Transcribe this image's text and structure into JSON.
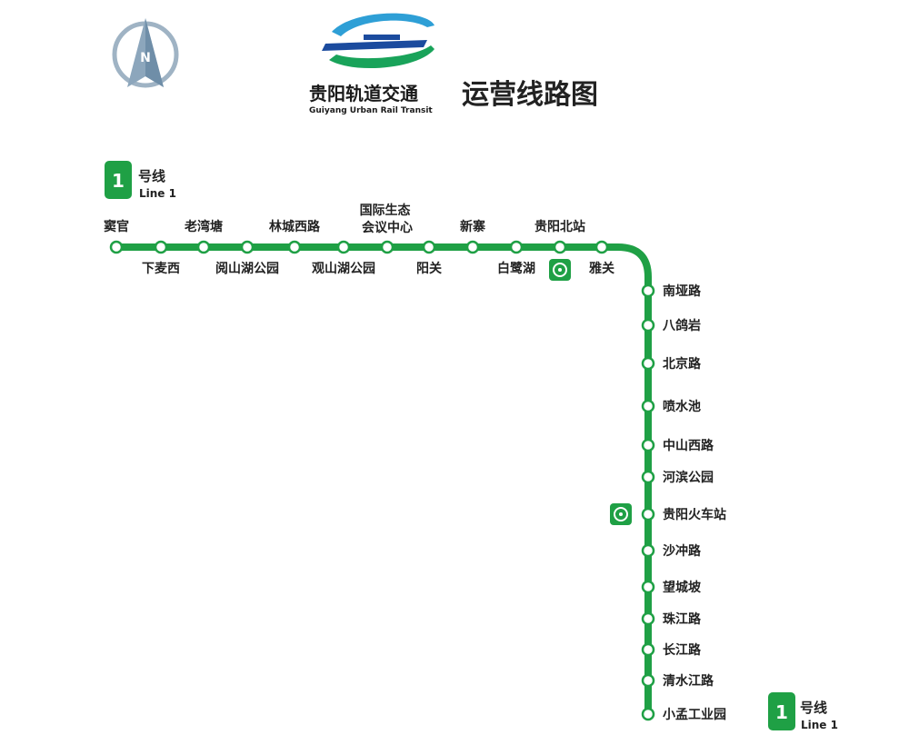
{
  "header": {
    "brand_cn": "贵阳轨道交通",
    "brand_en": "Guiyang Urban Rail Transit",
    "title": "运营线路图"
  },
  "compass": {
    "label": "N"
  },
  "line": {
    "number": "1",
    "name_cn": "号线",
    "name_en": "Line 1",
    "color": "#1fa045"
  },
  "stations": [
    "窦官",
    "下麦西",
    "老湾塘",
    "阅山湖公园",
    "林城西路",
    "观山湖公园",
    "国际生态会议中心",
    "阳关",
    "新寨",
    "白鹭湖",
    "贵阳北站",
    "雅关",
    "南垭路",
    "八鸽岩",
    "北京路",
    "喷水池",
    "中山西路",
    "河滨公园",
    "贵阳火车站",
    "沙冲路",
    "望城坡",
    "珠江路",
    "长江路",
    "清水江路",
    "小孟工业园"
  ],
  "rail_transfer_icon": "railway-station-icon"
}
